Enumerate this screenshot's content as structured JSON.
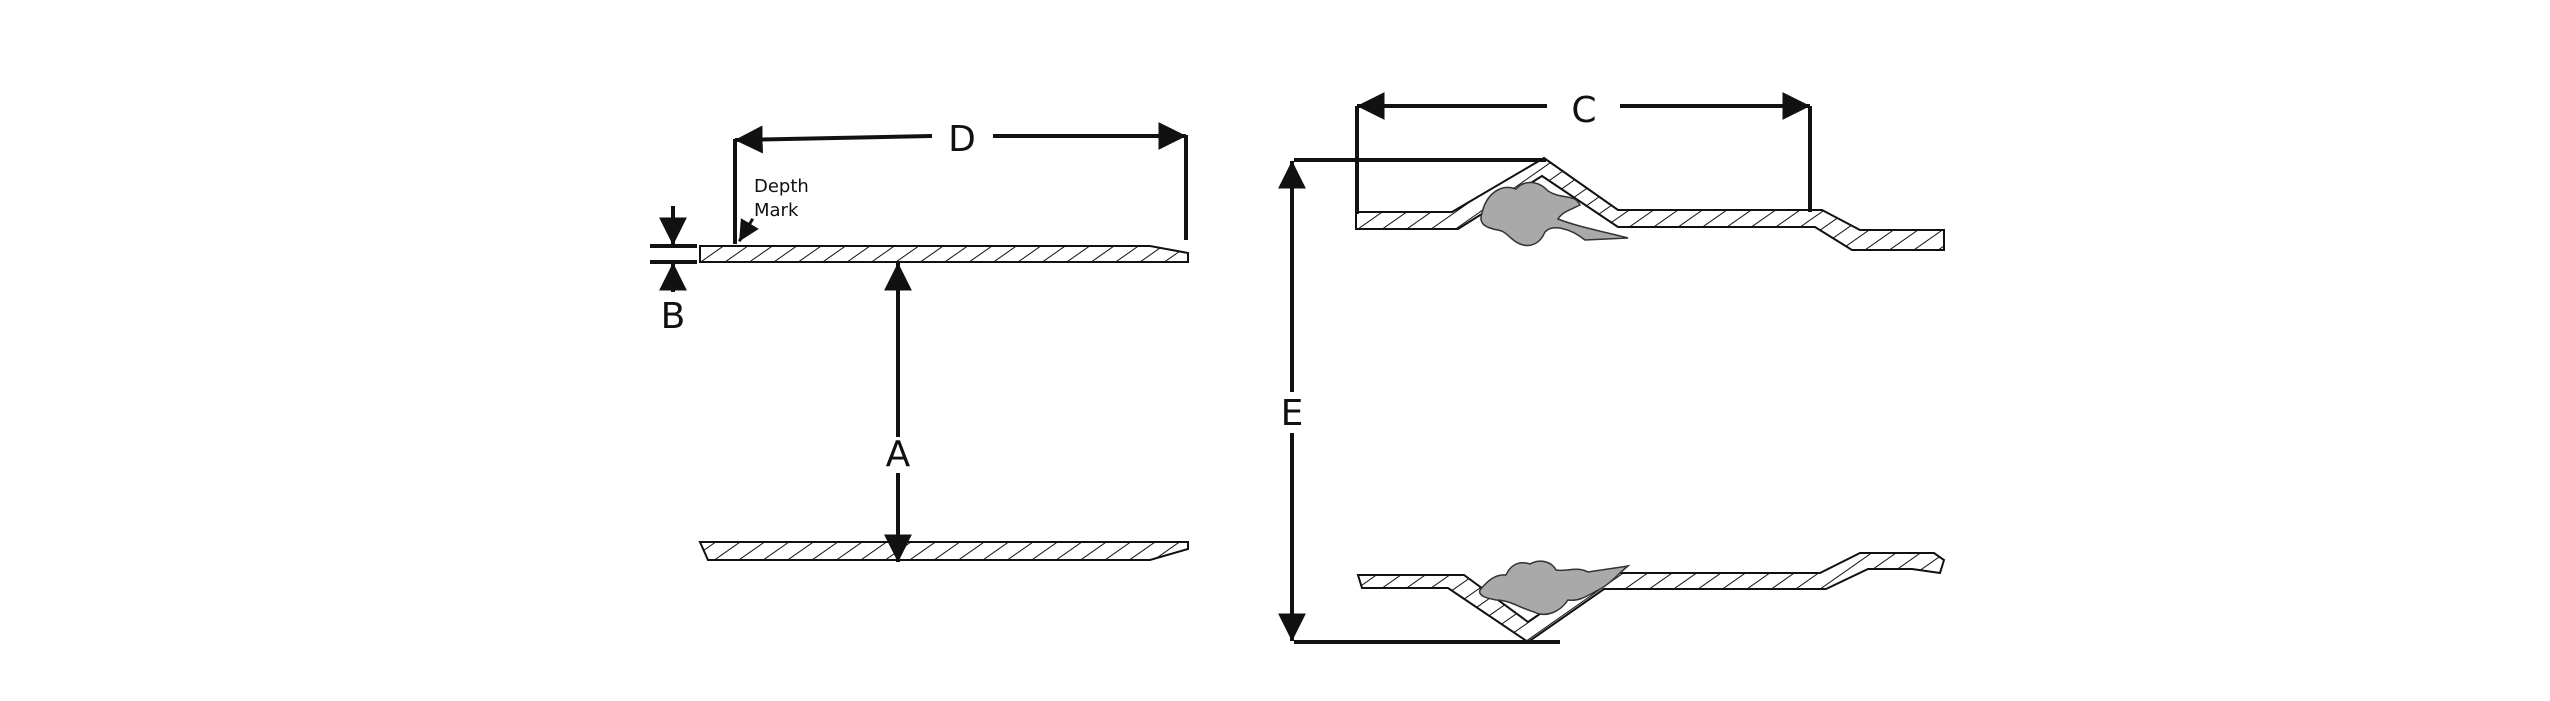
{
  "labels": {
    "a": "A",
    "b": "B",
    "c": "C",
    "d": "D",
    "e": "E",
    "depth_mark_line1": "Depth",
    "depth_mark_line2": "Mark"
  },
  "colors": {
    "line": "#111111",
    "blob_fill": "#a9a9a9",
    "background": "#ffffff"
  }
}
